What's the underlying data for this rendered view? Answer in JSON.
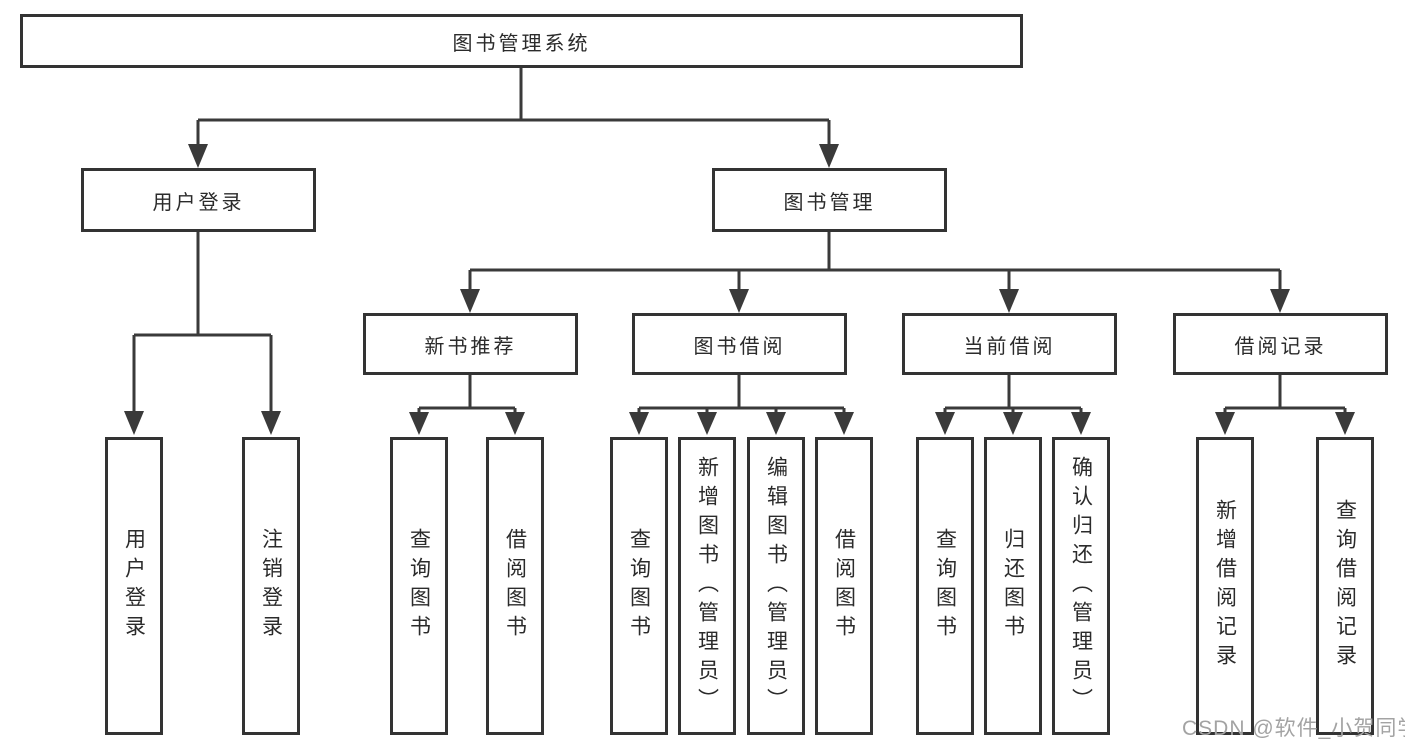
{
  "tree": {
    "label": "图书管理系统",
    "children": [
      {
        "label": "用户登录",
        "children": [
          {
            "label": "用户登录"
          },
          {
            "label": "注销登录"
          }
        ]
      },
      {
        "label": "图书管理",
        "children": [
          {
            "label": "新书推荐",
            "children": [
              {
                "label": "查询图书"
              },
              {
                "label": "借阅图书"
              }
            ]
          },
          {
            "label": "图书借阅",
            "children": [
              {
                "label": "查询图书"
              },
              {
                "label": "新增图书（管理员）"
              },
              {
                "label": "编辑图书（管理员）"
              },
              {
                "label": "借阅图书"
              }
            ]
          },
          {
            "label": "当前借阅",
            "children": [
              {
                "label": "查询图书"
              },
              {
                "label": "归还图书"
              },
              {
                "label": "确认归还（管理员）"
              }
            ]
          },
          {
            "label": "借阅记录",
            "children": [
              {
                "label": "新增借阅记录"
              },
              {
                "label": "查询借阅记录"
              }
            ]
          }
        ]
      }
    ]
  },
  "watermark": "CSDN @软件_小贺同学",
  "colors": {
    "line": "#3a3a3a",
    "box_border": "#333333",
    "text": "#2b2b2b",
    "watermark": "#a3a3a3",
    "background": "#ffffff"
  }
}
